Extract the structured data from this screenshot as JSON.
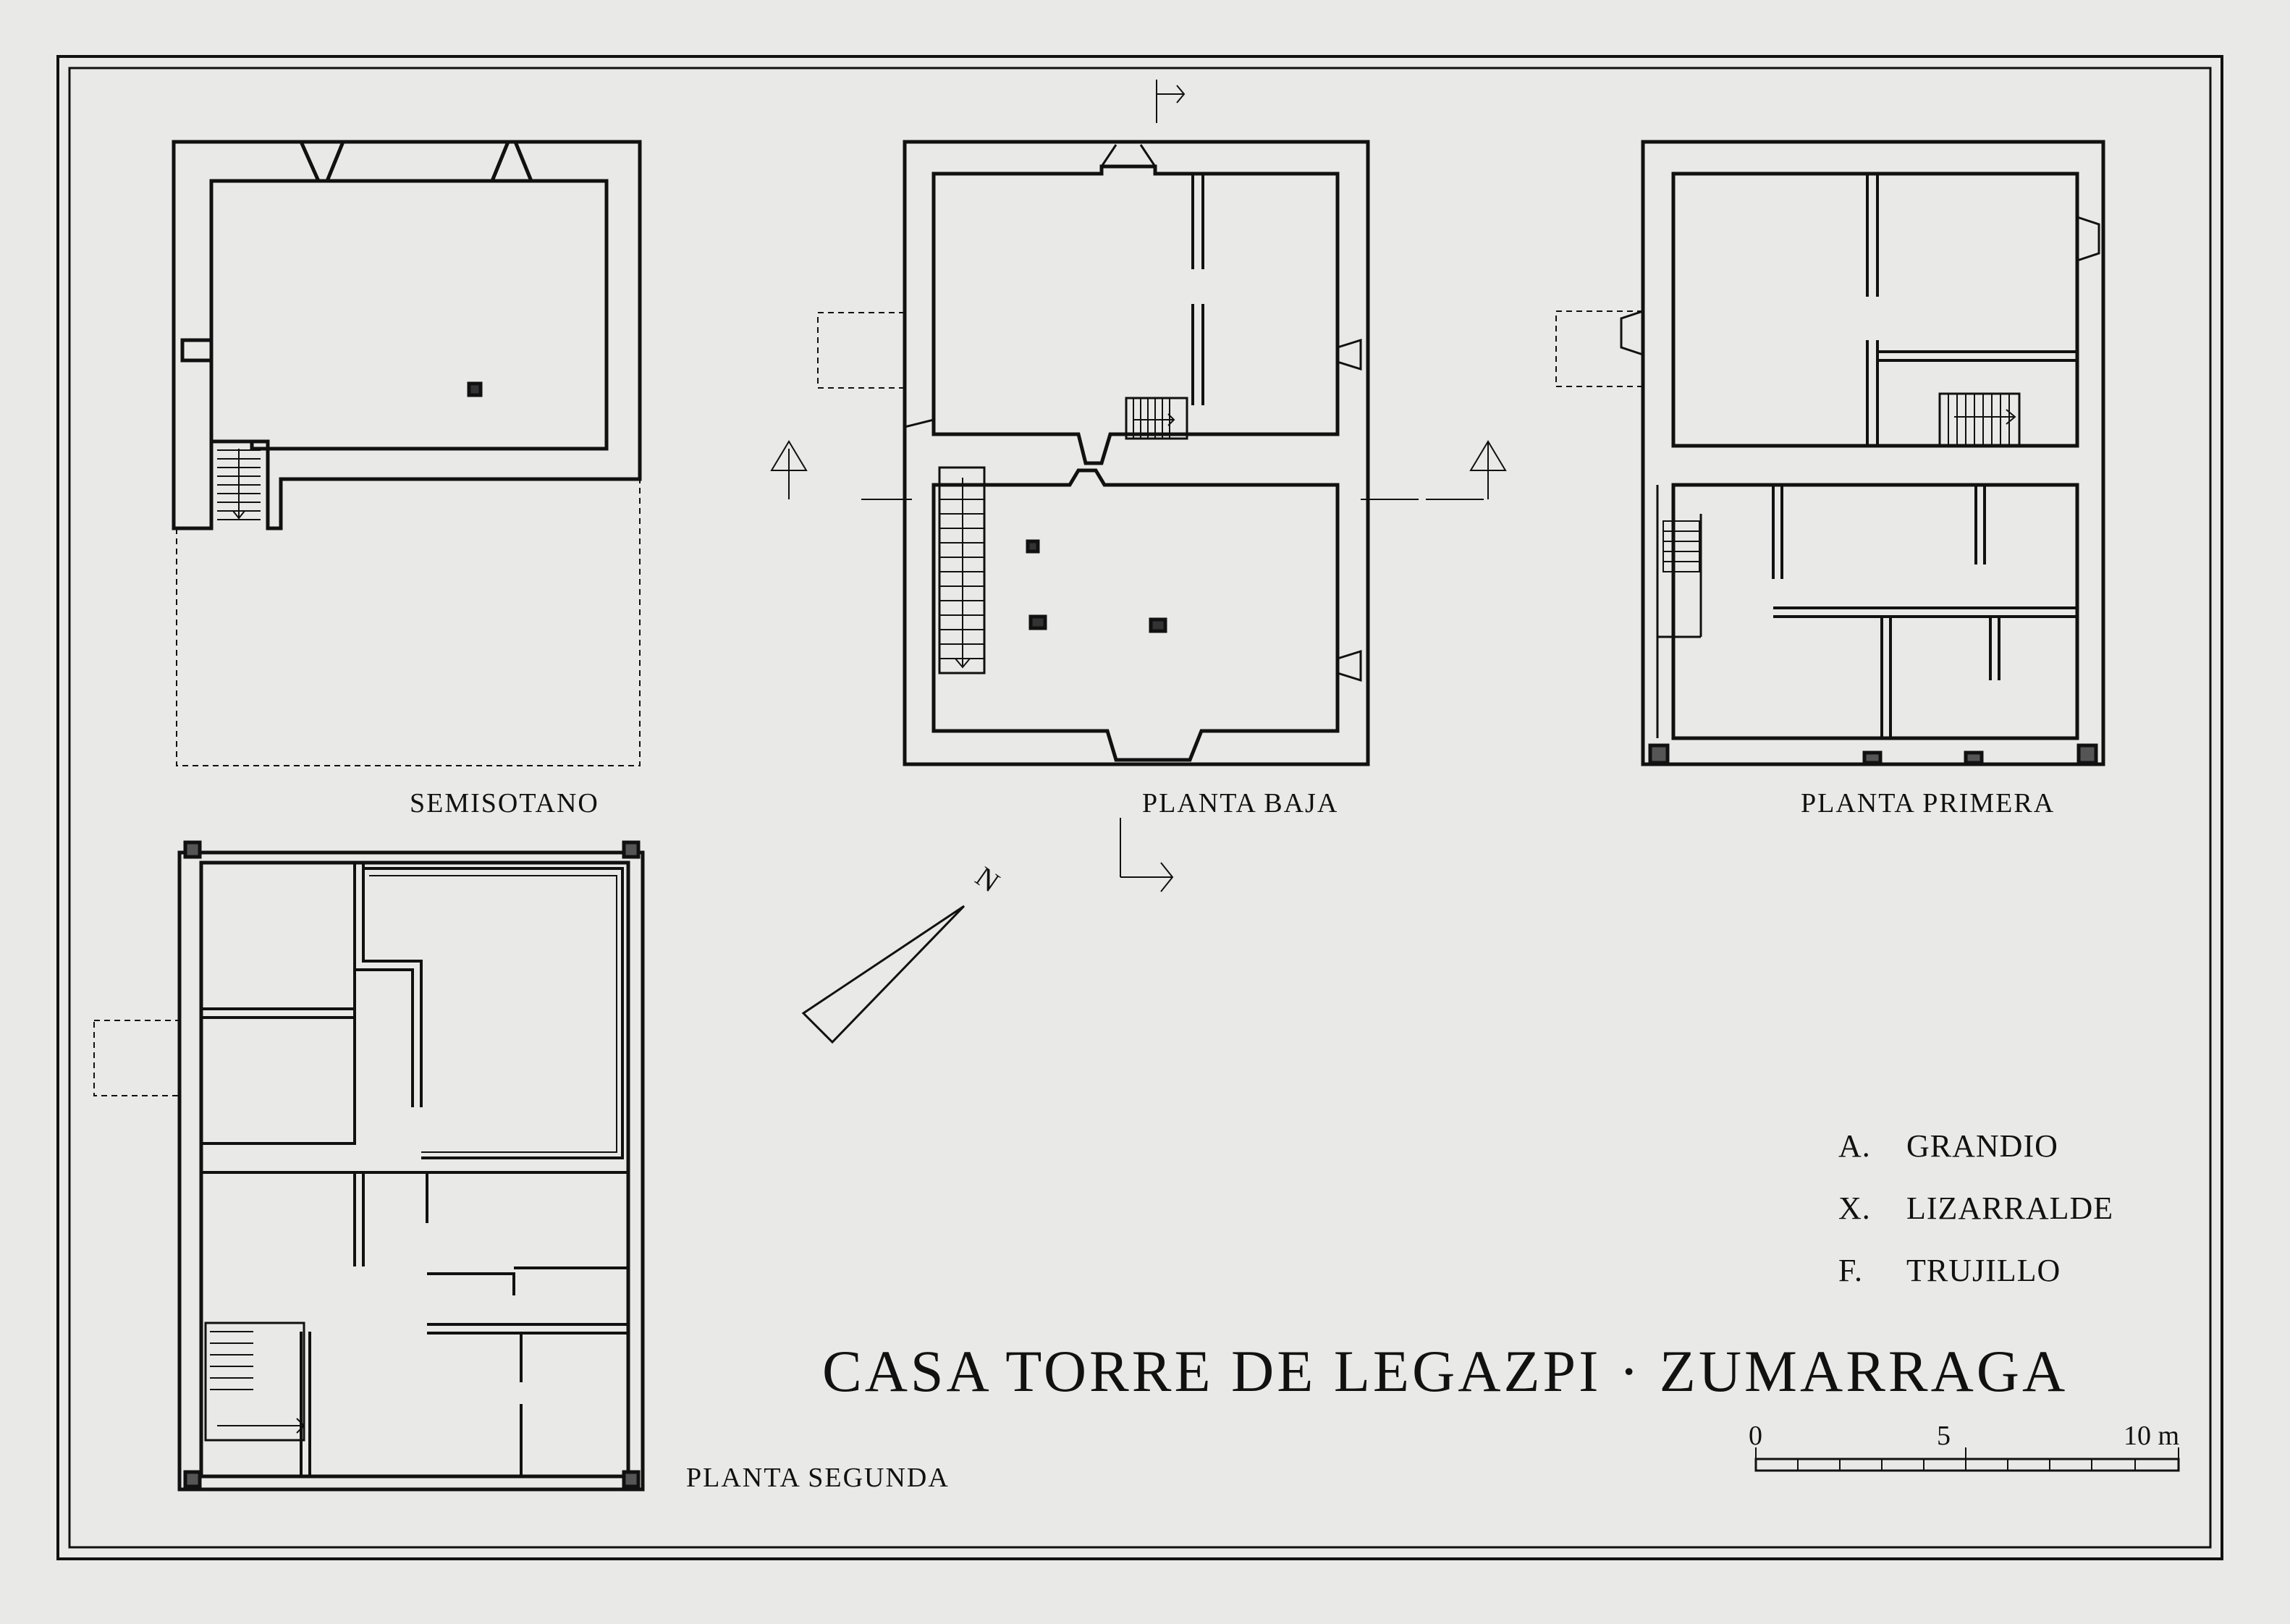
{
  "title": "CASA TORRE DE LEGAZPI · ZUMARRAGA",
  "plans": {
    "semisotano": "SEMISOTANO",
    "planta_baja": "PLANTA BAJA",
    "planta_primera": "PLANTA PRIMERA",
    "planta_segunda": "PLANTA SEGUNDA"
  },
  "authors": [
    {
      "initial": "A.",
      "name": "GRANDIO"
    },
    {
      "initial": "X.",
      "name": "LIZARRALDE"
    },
    {
      "initial": "F.",
      "name": "TRUJILLO"
    }
  ],
  "scale": {
    "start": "0",
    "mid": "5",
    "end": "10 m"
  },
  "north": "N",
  "colors": {
    "background": "#e9e9e7",
    "ink": "#111111"
  }
}
